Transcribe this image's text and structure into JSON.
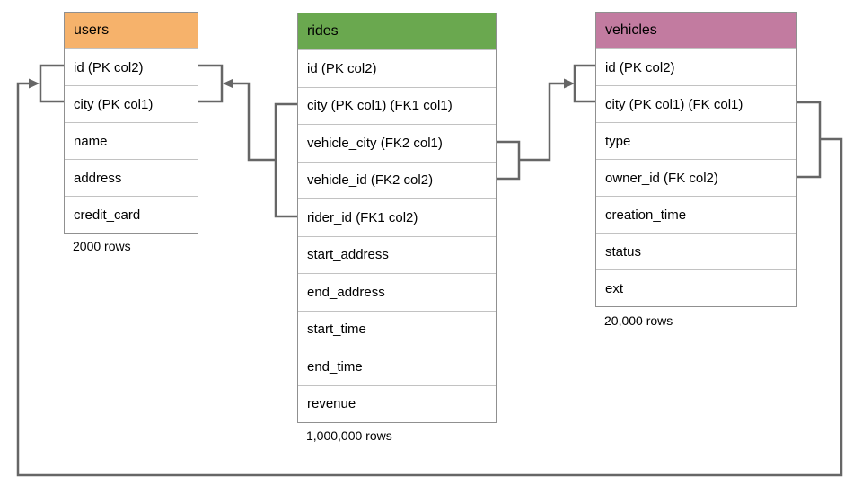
{
  "colors": {
    "users_header": "#f6b26b",
    "rides_header": "#6aa84f",
    "vehicles_header": "#c27ba0",
    "connector": "#666666",
    "table_border": "#909090",
    "row_divider": "#c2c2c2",
    "text": "#000000",
    "background": "#ffffff"
  },
  "tables": {
    "users": {
      "name": "users",
      "columns": [
        "id (PK col2)",
        "city (PK col1)",
        "name",
        "address",
        "credit_card"
      ],
      "row_count": "2000 rows"
    },
    "rides": {
      "name": "rides",
      "columns": [
        "id (PK col2)",
        "city (PK col1) (FK1 col1)",
        "vehicle_city (FK2 col1)",
        "vehicle_id (FK2 col2)",
        "rider_id (FK1 col2)",
        "start_address",
        "end_address",
        "start_time",
        "end_time",
        "revenue"
      ],
      "row_count": "1,000,000 rows"
    },
    "vehicles": {
      "name": "vehicles",
      "columns": [
        "id (PK col2)",
        "city (PK col1) (FK col1)",
        "type",
        "owner_id (FK col2)",
        "creation_time",
        "status",
        "ext"
      ],
      "row_count": "20,000 rows"
    }
  },
  "relationships": [
    {
      "from": "rides (city FK1 col1, rider_id FK1 col2)",
      "to": "users (id PK col2, city PK col1)"
    },
    {
      "from": "rides (vehicle_city FK2 col1, vehicle_id FK2 col2)",
      "to": "vehicles (id PK col2, city PK col1)"
    },
    {
      "from": "vehicles (city FK col1, owner_id FK col2)",
      "to": "users (id PK col2, city PK col1)"
    }
  ]
}
